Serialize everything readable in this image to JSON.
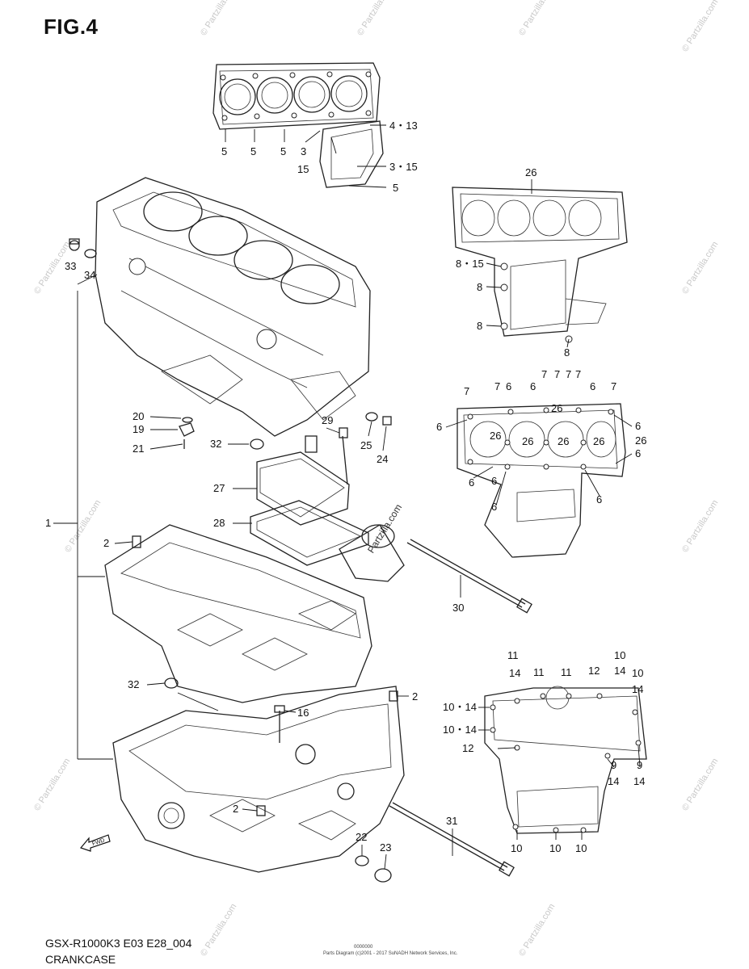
{
  "figure": {
    "title": "FIG.4",
    "model_code": "GSX-R1000K3 E03 E28_004",
    "section_name": "CRANKCASE",
    "small_print_1": "Parts Diagram (c)2001 - 2017 SuNADH Network Services, Inc.",
    "small_print_2": "0000000",
    "fwd_label": "FWD",
    "watermark": "© Partzilla.com",
    "center_watermark": "Partzilla.com"
  },
  "callouts": [
    {
      "id": "c-4-13a",
      "label": "4・13"
    },
    {
      "id": "c-5a",
      "label": "5"
    },
    {
      "id": "c-5b",
      "label": "5"
    },
    {
      "id": "c-5c",
      "label": "5"
    },
    {
      "id": "c-3",
      "label": "3"
    },
    {
      "id": "c-15",
      "label": "15"
    },
    {
      "id": "c-3-15",
      "label": "3・15"
    },
    {
      "id": "c-5d",
      "label": "5"
    },
    {
      "id": "c-33",
      "label": "33"
    },
    {
      "id": "c-34",
      "label": "34"
    },
    {
      "id": "c-1",
      "label": "1"
    },
    {
      "id": "c-20",
      "label": "20"
    },
    {
      "id": "c-19",
      "label": "19"
    },
    {
      "id": "c-21",
      "label": "21"
    },
    {
      "id": "c-29",
      "label": "29"
    },
    {
      "id": "c-32a",
      "label": "32"
    },
    {
      "id": "c-25",
      "label": "25"
    },
    {
      "id": "c-24",
      "label": "24"
    },
    {
      "id": "c-27",
      "label": "27"
    },
    {
      "id": "c-28",
      "label": "28"
    },
    {
      "id": "c-2a",
      "label": "2"
    },
    {
      "id": "c-30",
      "label": "30"
    },
    {
      "id": "c-32b",
      "label": "32"
    },
    {
      "id": "c-16",
      "label": "16"
    },
    {
      "id": "c-2b",
      "label": "2"
    },
    {
      "id": "c-2c",
      "label": "2"
    },
    {
      "id": "c-22",
      "label": "22"
    },
    {
      "id": "c-23",
      "label": "23"
    },
    {
      "id": "c-31",
      "label": "31"
    },
    {
      "id": "c-26a",
      "label": "26"
    },
    {
      "id": "c-8-15",
      "label": "8・15"
    },
    {
      "id": "c-8a",
      "label": "8"
    },
    {
      "id": "c-8b",
      "label": "8"
    },
    {
      "id": "c-8c",
      "label": "8"
    },
    {
      "id": "c-7a",
      "label": "7"
    },
    {
      "id": "c-7b",
      "label": "7"
    },
    {
      "id": "c-6a",
      "label": "6"
    },
    {
      "id": "c-7c",
      "label": "7"
    },
    {
      "id": "c-7d",
      "label": "7"
    },
    {
      "id": "c-7e",
      "label": "7"
    },
    {
      "id": "c-7f",
      "label": "7"
    },
    {
      "id": "c-6b",
      "label": "6"
    },
    {
      "id": "c-7g",
      "label": "7"
    },
    {
      "id": "c-6c",
      "label": "6"
    },
    {
      "id": "c-26b",
      "label": "26"
    },
    {
      "id": "c-6d",
      "label": "6"
    },
    {
      "id": "c-6e",
      "label": "6"
    },
    {
      "id": "c-26c",
      "label": "26"
    },
    {
      "id": "c-26d",
      "label": "26"
    },
    {
      "id": "c-26e",
      "label": "26"
    },
    {
      "id": "c-26f",
      "label": "26"
    },
    {
      "id": "c-26g",
      "label": "26"
    },
    {
      "id": "c-6f",
      "label": "6"
    },
    {
      "id": "c-6g",
      "label": "6"
    },
    {
      "id": "c-6h",
      "label": "6"
    },
    {
      "id": "c-6i",
      "label": "6"
    },
    {
      "id": "c-6j",
      "label": "6"
    },
    {
      "id": "c-6k",
      "label": "6"
    },
    {
      "id": "c-11a",
      "label": "11"
    },
    {
      "id": "c-14a",
      "label": "14"
    },
    {
      "id": "c-11b",
      "label": "11"
    },
    {
      "id": "c-11c",
      "label": "11"
    },
    {
      "id": "c-12a",
      "label": "12"
    },
    {
      "id": "c-10a",
      "label": "10"
    },
    {
      "id": "c-14b",
      "label": "14"
    },
    {
      "id": "c-10b",
      "label": "10"
    },
    {
      "id": "c-14c",
      "label": "14"
    },
    {
      "id": "c-10-14a",
      "label": "10・14"
    },
    {
      "id": "c-10-14b",
      "label": "10・14"
    },
    {
      "id": "c-12b",
      "label": "12"
    },
    {
      "id": "c-9a",
      "label": "9"
    },
    {
      "id": "c-14d",
      "label": "14"
    },
    {
      "id": "c-9b",
      "label": "9"
    },
    {
      "id": "c-14e",
      "label": "14"
    },
    {
      "id": "c-10c",
      "label": "10"
    },
    {
      "id": "c-10d",
      "label": "10"
    },
    {
      "id": "c-10e",
      "label": "10"
    }
  ]
}
